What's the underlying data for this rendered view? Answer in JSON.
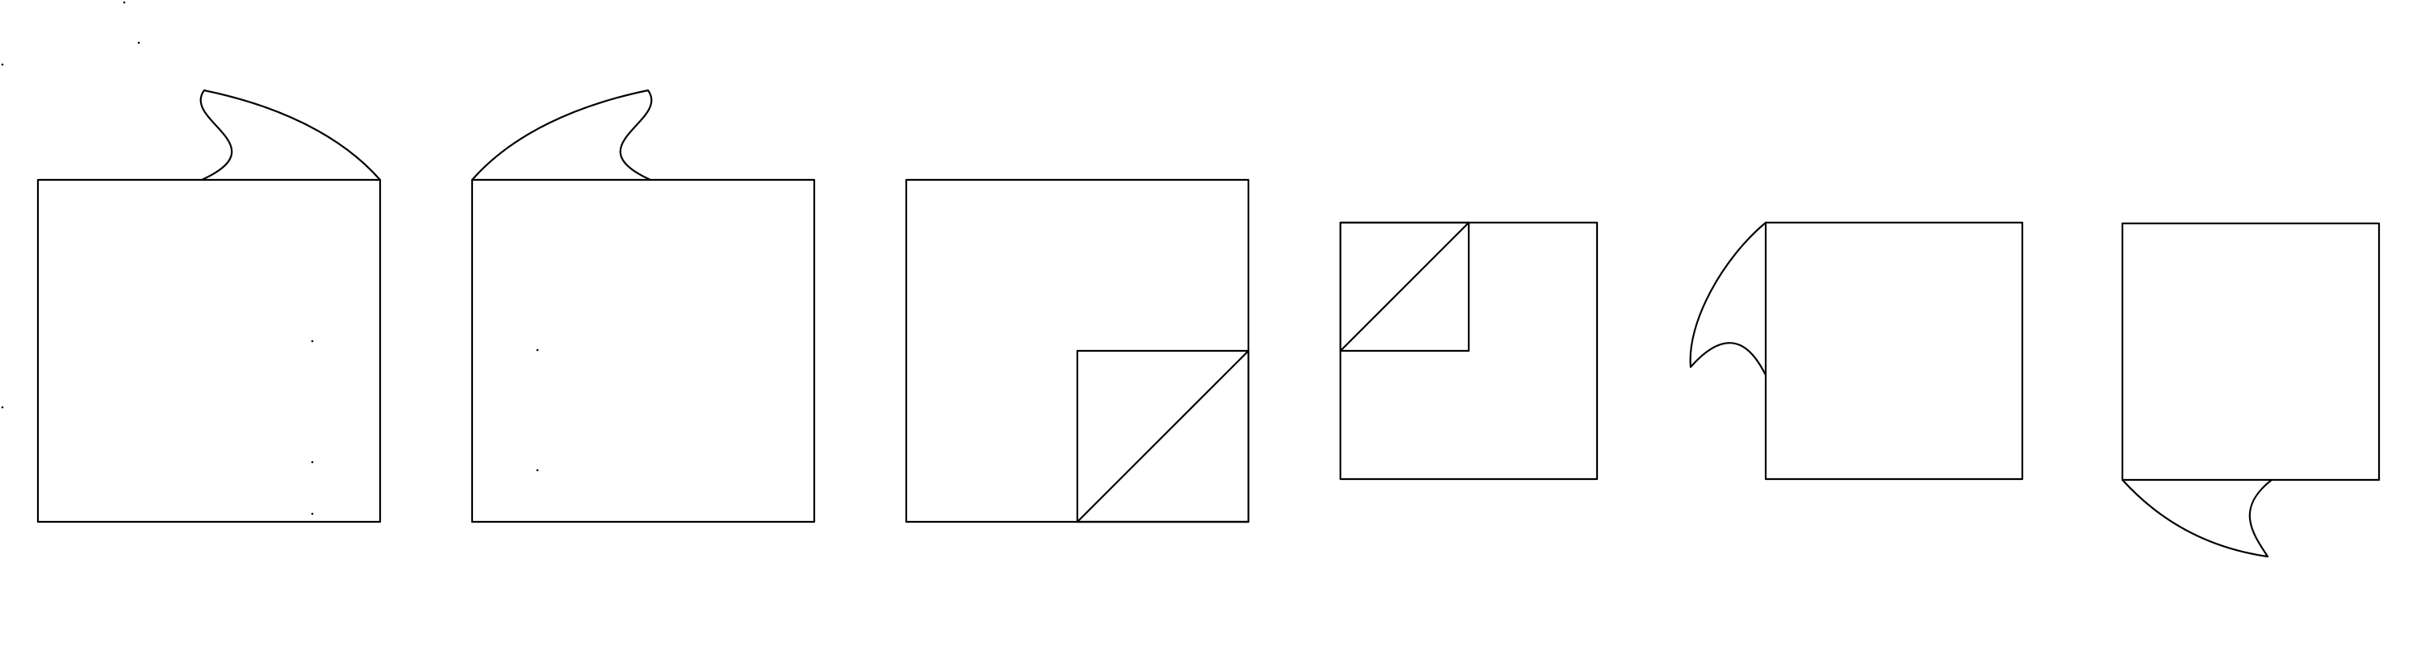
{
  "diagram": {
    "stroke_color": "#000000",
    "background_color": "#ffffff",
    "panels": [
      {
        "shape": "square",
        "feature": "curl",
        "edge": "top",
        "side": "right"
      },
      {
        "shape": "square",
        "feature": "curl",
        "edge": "top",
        "side": "left"
      },
      {
        "shape": "square",
        "feature": "folded-corner",
        "corner": "bottom-right"
      },
      {
        "shape": "square",
        "feature": "folded-corner",
        "corner": "top-left"
      },
      {
        "shape": "square",
        "feature": "curl",
        "edge": "left",
        "side": "top"
      },
      {
        "shape": "square",
        "feature": "curl",
        "edge": "bottom",
        "side": "left"
      }
    ]
  }
}
